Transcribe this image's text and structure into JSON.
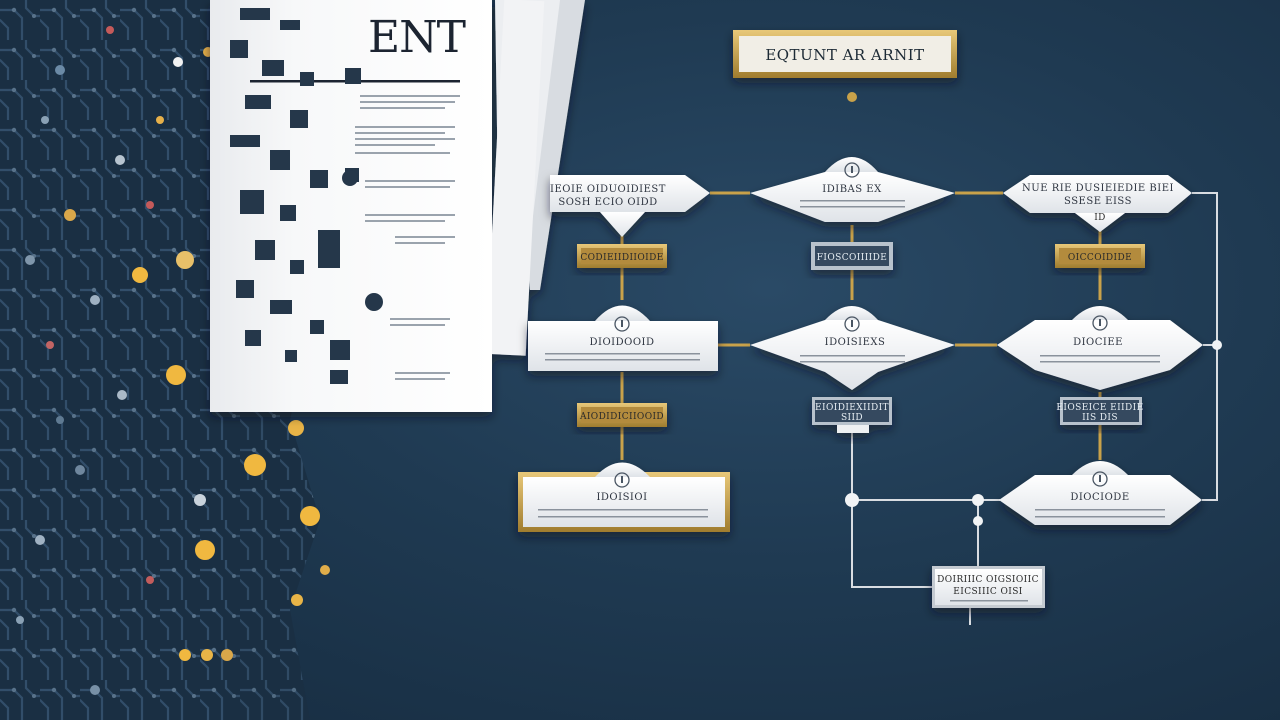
{
  "document": {
    "title": "ENT"
  },
  "header": {
    "label": "EQTUNT AR ARNIT"
  },
  "row1": {
    "left_line1": "IEOIE OIDUOIDIEST",
    "left_line2": "SOSH ECIO OIDD",
    "center": "IDIBAS EX",
    "right_line1": "NUE RIE DUSIEIEDIE BIEI",
    "right_line2": "SSESE EISS",
    "right_sub": "ID"
  },
  "tags1": {
    "left": "CODIEIIDIIOIDE",
    "center": "FIOSCOIIIIDE",
    "right": "OICCOIDIDE"
  },
  "row2": {
    "left": "DIOIDOOID",
    "center": "IDOISIEXS",
    "right": "DIOCIEE"
  },
  "tags2": {
    "left": "AIODIDICIIOOID",
    "center_line1": "EIOIDIEXIIDIT",
    "center_line2": "SIID",
    "right_line1": "EIOSEICE EIIDIE",
    "right_line2": "IIS DIS"
  },
  "row3": {
    "left": "IDOISIOI",
    "right": "DIOCIODE"
  },
  "bottom": {
    "line1": "DOIRIIIC OIGSIOIIC",
    "line2": "EICSIIIC OISI"
  },
  "colors": {
    "background": "#1f3a52",
    "gold": "#c9a24a",
    "node_fill": "#f4f5f7",
    "accent": "#f0b840"
  }
}
